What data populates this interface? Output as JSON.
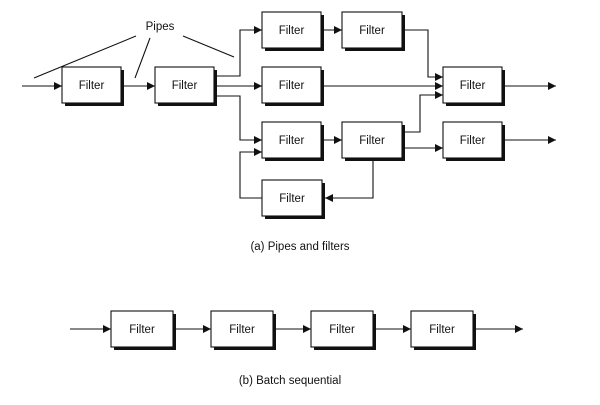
{
  "diagram_a": {
    "pipes_label": "Pipes",
    "filter_label": "Filter",
    "caption": "(a) Pipes and filters"
  },
  "diagram_b": {
    "filter_label": "Filter",
    "caption": "(b) Batch sequential"
  },
  "colors": {
    "line": "#111111",
    "box_fill": "#ffffff",
    "background": "#ffffff"
  }
}
